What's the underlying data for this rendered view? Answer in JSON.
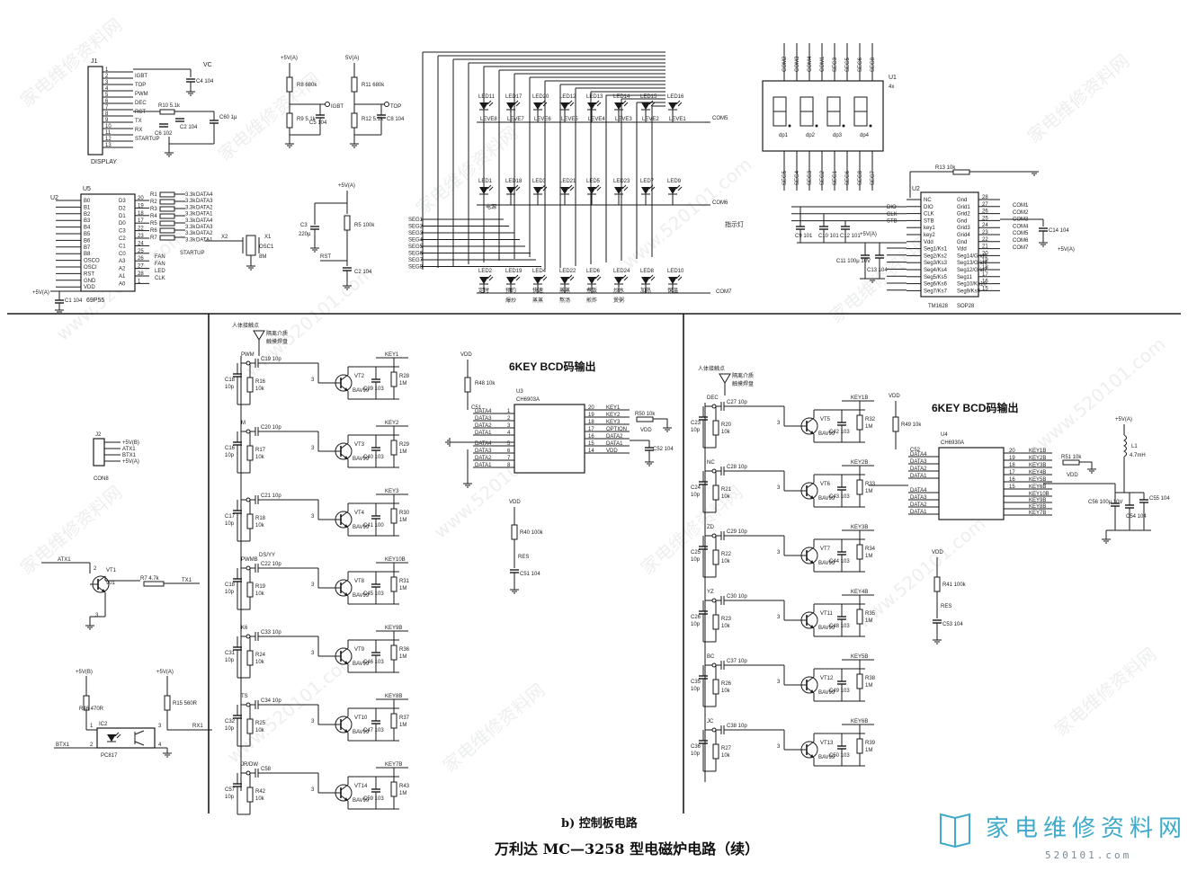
{
  "caption": "b) 控制板电路",
  "title": "万利达 MC—3258 型电磁炉电路（续）",
  "watermark": {
    "text": "家电维修资料网",
    "url": "www.520101.com"
  },
  "logo": {
    "name": "家电维修资料网",
    "url": "520101.com"
  },
  "display_section": {
    "connector": "J1",
    "connector_label": "DISPLAY",
    "vc": "VC",
    "caps": [
      "C4 104",
      "C2 104",
      "C6 102",
      "C60 1μ"
    ],
    "resistor": "R10 5.1k",
    "pins": [
      "IGBT",
      "TOP",
      "PWM",
      "DEC",
      "RST",
      "TX",
      "RX",
      "STARTUP"
    ],
    "pin_numbers": [
      "1",
      "2",
      "3",
      "4",
      "5",
      "6",
      "7",
      "8",
      "9",
      "10",
      "11",
      "12",
      "13"
    ]
  },
  "mcu_section": {
    "ref": "U5",
    "part": "69P55",
    "u2": "U2",
    "left_pins": [
      "B0",
      "B1",
      "B2",
      "B3",
      "B4",
      "B5",
      "B6",
      "B7",
      "B8",
      "OSCO",
      "OSCI",
      "RST",
      "GND",
      "VDD"
    ],
    "right_pins": [
      "D3",
      "D2",
      "D1",
      "D0",
      "C3",
      "C2",
      "C1",
      "C0",
      "A3",
      "A2",
      "A1",
      "A0"
    ],
    "right_nums": [
      "20",
      "19",
      "18",
      "17",
      "22",
      "23",
      "24",
      "25",
      "26",
      "27",
      "28",
      "1"
    ],
    "resistors": [
      "R1",
      "R2",
      "R3",
      "R4",
      "R5",
      "R6",
      "R7"
    ],
    "data_lines": [
      "DATA4",
      "DATA3",
      "DATA2",
      "DATA1",
      "DATA4",
      "DATA3",
      "DATA2",
      "DATA1"
    ],
    "res_values": [
      "3.3k",
      "3.3k",
      "3.3k",
      "3.3k",
      "3.3k",
      "3.3k",
      "3.3k",
      "3.3k"
    ],
    "extra": [
      "FAN",
      "FAN",
      "STARTUP",
      "LED",
      "CLK"
    ],
    "crystal": "X2",
    "osc": "OSC1",
    "osc_val": "8M",
    "x1": "X1",
    "power": "+5V(A)",
    "cap": "C1 104"
  },
  "reset_section": {
    "r8": "R8 680k",
    "r9": "R9 5.1k",
    "c5": "C5 104",
    "r11": "R11 680k",
    "r12": "R12 5.1k",
    "c8": "C8 104",
    "igbt": "IGBT",
    "top": "TOP",
    "supply": "+5V(A)",
    "supply2": "5V(A)",
    "c3": "C3",
    "c3_val": "220μ",
    "r5": "R5 100k",
    "c2": "C2 104",
    "rst": "RST"
  },
  "led_section": {
    "row1": [
      "LED11",
      "LED17",
      "LED20",
      "LED12",
      "LED13",
      "LED14",
      "LED15",
      "LED16"
    ],
    "row1_lines": [
      "LEVE8",
      "LEVE7",
      "LEVE6",
      "LEVE5",
      "LEVE4",
      "LEVE3",
      "LEVE2",
      "LEVE1"
    ],
    "com5": "COM5",
    "row2": [
      "LED1",
      "LED18",
      "LED3",
      "LED21",
      "LED5",
      "LED23",
      "LED7",
      "LED9"
    ],
    "row2_first": "电源",
    "com6": "COM6",
    "row3": [
      "LED2",
      "LED19",
      "LED4",
      "LED22",
      "LED6",
      "LED24",
      "LED8",
      "LED10"
    ],
    "row3_labels": [
      "定时",
      "预约",
      "快速",
      "蒸蒸",
      "煮饭",
      "炒水",
      "加热",
      "保温"
    ],
    "row3_labels2": [
      "爆炒",
      "蒸蒸",
      "熬汤",
      "煎炸",
      "煲粥"
    ],
    "com7": "COM7",
    "indicator": "指示灯",
    "segs": [
      "SEG1",
      "SEG2",
      "SEG3",
      "SEG4",
      "SEG5",
      "SEG6",
      "SEG7",
      "SEG8"
    ]
  },
  "digit_section": {
    "ref": "U1",
    "part": "4x",
    "top_pins": [
      "COM2",
      "COM3",
      "COM4",
      "COM1",
      "SEG3",
      "SEG5",
      "SEG6",
      "SEG8"
    ],
    "bottom_pins": [
      "SEG5",
      "SEG4",
      "SEG3",
      "SEG2",
      "SEG1",
      "SEG6",
      "SEG8",
      "SEG7"
    ],
    "dp": [
      "dp1",
      "dp2",
      "dp3",
      "dp4"
    ]
  },
  "driver_section": {
    "ref": "U2",
    "part": "TM1628",
    "part_alt": "SOP28",
    "r13": "R13 10k",
    "left_pins": [
      "NC",
      "DIO",
      "CLK",
      "STB",
      "key1",
      "key2",
      "Vdd",
      "Seg1/Ks1",
      "Seg2/Ks2",
      "Seg3/Ks3",
      "Seg4/Ks4",
      "Seg5/Ks5",
      "Seg6/Ks6",
      "Seg7/Ks7"
    ],
    "right_pins": [
      "Gnd",
      "Grid1",
      "Grid2",
      "Gnd",
      "Grid3",
      "Grid4",
      "Gnd",
      "Vdd",
      "Seg14/Grid5",
      "Seg13/Grid6",
      "Seg12/Grid7",
      "Seg11",
      "Seg10/Ks10",
      "Seg9/Ks9"
    ],
    "right_nums": [
      "28",
      "27",
      "26",
      "25",
      "24",
      "23",
      "22",
      "21",
      "20",
      "19",
      "18",
      "17",
      "16",
      "15"
    ],
    "coms": [
      "COM1",
      "COM2",
      "COM3",
      "COM4",
      "COM5",
      "COM6",
      "COM7"
    ],
    "inputs": [
      "DIO",
      "CLK",
      "STB"
    ],
    "caps": [
      "C9 101",
      "C10 101",
      "C12 101",
      "C11 100μ 10V",
      "C13 104",
      "C14 104"
    ],
    "power": "+5V(A)"
  },
  "con8": {
    "ref": "J2",
    "label": "CON8",
    "pins": [
      "+5V(B)",
      "ATX1",
      "BTX1",
      "+5V(A)"
    ]
  },
  "transistor_tx": {
    "in": "ATX1",
    "vt": "VT1",
    "part": "901",
    "r": "R7 4.7k",
    "out": "TX1"
  },
  "opto": {
    "supply1": "+5V(B)",
    "supply2": "+5V(A)",
    "r46": "R46 470R",
    "r15": "R15 560R",
    "ic": "IC2",
    "part": "PC817",
    "btx": "BTX1",
    "rx": "RX1",
    "pins": [
      "1",
      "2",
      "3",
      "4"
    ]
  },
  "touch_left": {
    "touch_label": "人体接触点",
    "isolation": "隔离介质",
    "pad": "触摸焊盘",
    "channels": [
      {
        "net": "PWM",
        "c_in": "C18",
        "c_in_v": "10p",
        "cc": "C19 10p",
        "r": "R16 10k",
        "vt": "VT2",
        "part": "BAV99",
        "key": "KEY1",
        "rr": "R28 1M",
        "cap": "C39 103"
      },
      {
        "net": "M",
        "c_in": "C16",
        "c_in_v": "10p",
        "cc": "C20 10p",
        "r": "R17 10k",
        "vt": "VT3",
        "part": "BAV99",
        "key": "KEY2",
        "rr": "R29 1M",
        "cap": "C40 103"
      },
      {
        "net": "",
        "c_in": "C17",
        "c_in_v": "10p",
        "cc": "C21 10p",
        "r": "R18 10k",
        "vt": "VT4",
        "part": "BAV99",
        "key": "KEY3",
        "rr": "R30 1M",
        "cap": "C41 100"
      },
      {
        "net": "PWMB",
        "c_in": "C18",
        "c_in_v": "10p",
        "cc": "C22 10p",
        "r": "R19 10k",
        "vt": "VT8",
        "part": "BAV99",
        "key": "KEY10B",
        "rr": "R31 1M",
        "cap": "C45 103"
      },
      {
        "net": "K6",
        "c_in": "C31",
        "c_in_v": "10p",
        "cc": "C33 10p",
        "r": "R24 10k",
        "vt": "VT9",
        "part": "BAV99",
        "key": "KEY9B",
        "rr": "R36 1M",
        "cap": "C46 103"
      },
      {
        "net": "TS",
        "c_in": "C32",
        "c_in_v": "10p",
        "cc": "C34 10p",
        "r": "R25 10k",
        "vt": "VT10",
        "part": "BAV99",
        "key": "KEY8B",
        "rr": "R37 1M",
        "cap": "C47 103"
      },
      {
        "net": "JR/DW",
        "c_in": "C57",
        "c_in_v": "10p",
        "cc": "C58",
        "r": "R42 10k",
        "vt": "VT14",
        "part": "BAV99",
        "key": "KEY7B",
        "rr": "R43 1M",
        "cap": "C59 103"
      }
    ],
    "ds_net": "DS/YY"
  },
  "bcd_left": {
    "heading": "6KEY BCD码输出",
    "vdd": "VDD",
    "r48": "R48 10k",
    "c51": "C51",
    "ref": "U3",
    "part": "CH6903A",
    "data": [
      "DATA4",
      "DATA3",
      "DATA2",
      "DATA1"
    ],
    "keys": [
      "KEY1",
      "KEY2",
      "KEY3",
      "OPTION",
      "DATA2",
      "DATA1",
      "VDD"
    ],
    "r50": "R50 10k",
    "c52": "C52 104",
    "r40": "R40 100k",
    "res": "RES",
    "c53": "C51 104",
    "vdd2": "VDD"
  },
  "touch_right": {
    "touch_label": "人体接触点",
    "isolation": "隔离介质",
    "pad": "触摸焊盘",
    "channels": [
      {
        "net": "DEC",
        "c_in": "C23",
        "c_in_v": "10p",
        "cc": "C27 10p",
        "r": "R20 10k",
        "vt": "VT5",
        "part": "BAV99",
        "key": "KEY1B",
        "rr": "R32 1M",
        "cap": "C42 103"
      },
      {
        "net": "NC",
        "c_in": "C24",
        "c_in_v": "10p",
        "cc": "C28 10p",
        "r": "R21 10k",
        "vt": "VT6",
        "part": "BAV99",
        "key": "KEY2B",
        "rr": "R33 1M",
        "cap": "C43 103"
      },
      {
        "net": "ZD",
        "c_in": "C25",
        "c_in_v": "10p",
        "cc": "C29 10p",
        "r": "R22 10k",
        "vt": "VT7",
        "part": "BAV99",
        "key": "KEY3B",
        "rr": "R34 1M",
        "cap": "C44 103"
      },
      {
        "net": "YZ",
        "c_in": "C26",
        "c_in_v": "10p",
        "cc": "C30 10p",
        "r": "R23 10k",
        "vt": "VT11",
        "part": "BAV99",
        "key": "KEY4B",
        "rr": "R35 1M",
        "cap": "C48 103"
      },
      {
        "net": "BC",
        "c_in": "C35",
        "c_in_v": "10p",
        "cc": "C37 10p",
        "r": "R26 10k",
        "vt": "VT12",
        "part": "BAV99",
        "key": "KEY5B",
        "rr": "R38 1M",
        "cap": "C49 103"
      },
      {
        "net": "JC",
        "c_in": "C36",
        "c_in_v": "10p",
        "cc": "C38 10p",
        "r": "R27 10k",
        "vt": "VT13",
        "part": "BAV99",
        "key": "KEY6B",
        "rr": "R39 1M",
        "cap": "C50 103"
      }
    ]
  },
  "bcd_right": {
    "heading": "6KEY BCD码输出",
    "vdd": "VDD",
    "r49": "R49 10k",
    "c52": "C52",
    "ref": "U4",
    "part": "CH6930A",
    "data": [
      "DATA4",
      "DATA3",
      "DATA2",
      "DATA1"
    ],
    "keys": [
      "KEY1B",
      "KEY2B",
      "KEY3B",
      "KEY4B",
      "KEY5B",
      "KEY6B"
    ],
    "r51": "R51 10k",
    "vdd2": "VDD",
    "l1": "L1",
    "l1_v": "4.7mH",
    "supply": "+5V(A)",
    "c56": "C56 100μ 10V",
    "c54": "C54 104",
    "c55": "C55 104",
    "vdd3": "VDD",
    "r41": "R41 100k",
    "res": "RES",
    "c53": "C53 104",
    "keys_side": [
      "KEY10B",
      "KEY9B",
      "KEY8B",
      "KEY7B"
    ]
  }
}
